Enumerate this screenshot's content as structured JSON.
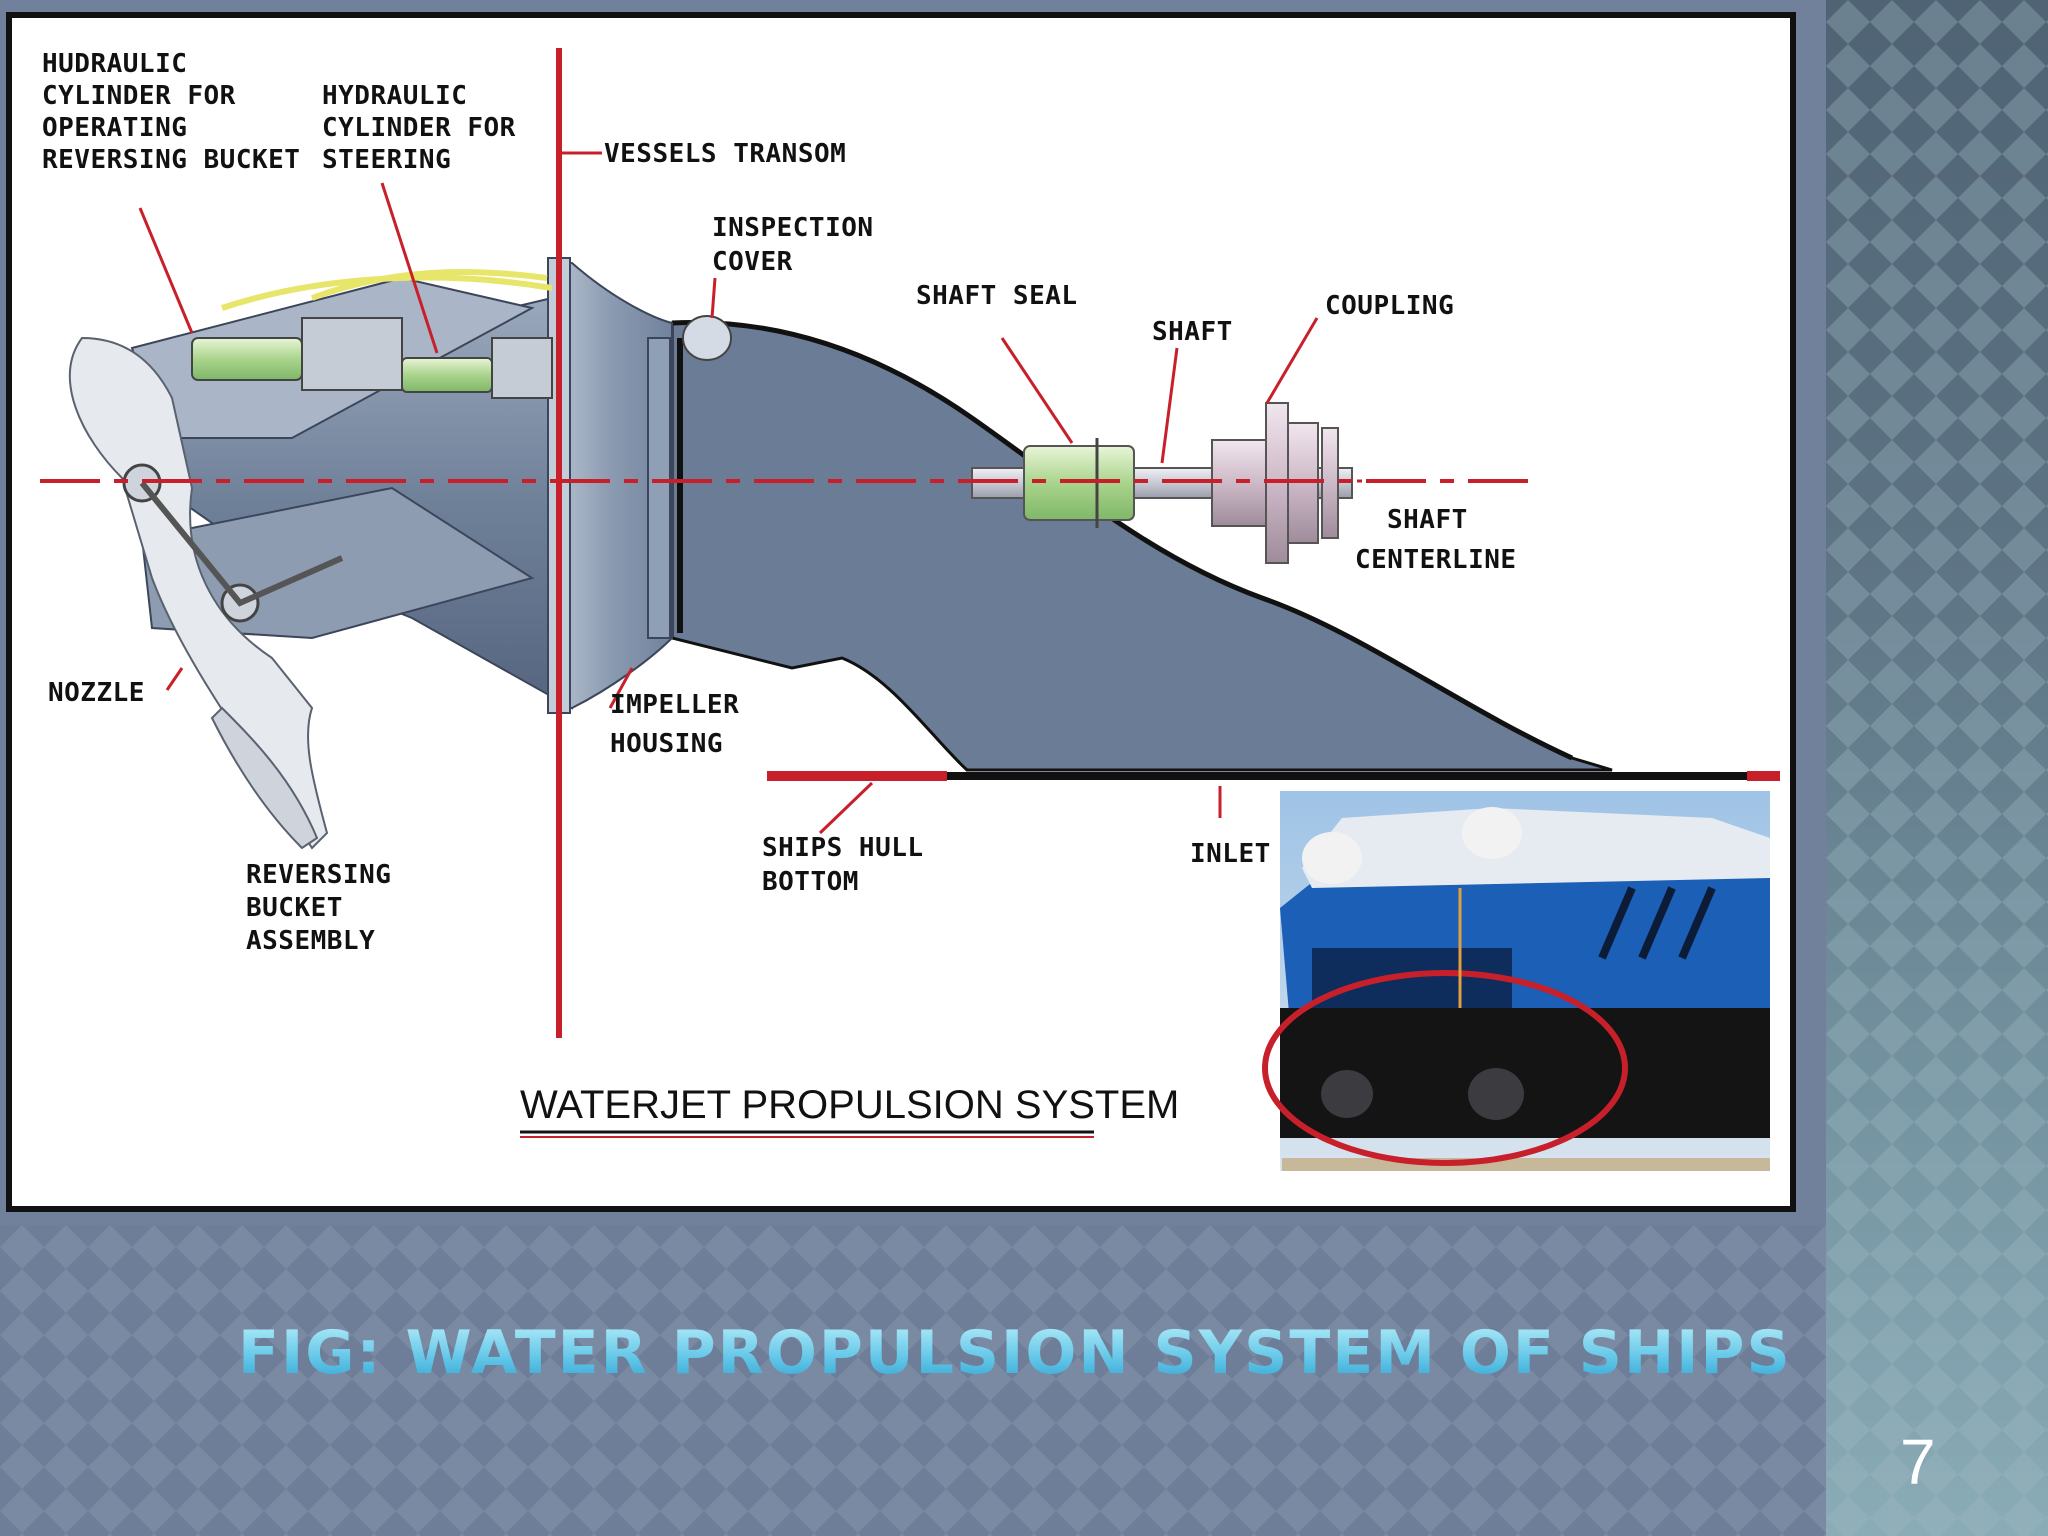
{
  "diagram": {
    "labels": {
      "hydraulic_bucket": [
        "HUDRAULIC",
        "CYLINDER FOR",
        "OPERATING",
        "REVERSING BUCKET"
      ],
      "hydraulic_steering": [
        "HYDRAULIC",
        "CYLINDER FOR",
        "STEERING"
      ],
      "vessels_transom": "VESSELS TRANSOM",
      "inspection_cover": [
        "INSPECTION",
        "COVER"
      ],
      "shaft_seal": "SHAFT SEAL",
      "shaft": "SHAFT",
      "coupling": "COUPLING",
      "shaft_centerline": [
        "SHAFT",
        "CENTERLINE"
      ],
      "nozzle": "NOZZLE",
      "impeller_housing": [
        "IMPELLER",
        "HOUSING"
      ],
      "ships_hull_bottom": [
        "SHIPS HULL",
        "BOTTOM"
      ],
      "inlet": "INLET",
      "reversing_bucket": [
        "REVERSING",
        "BUCKET",
        "ASSEMBLY"
      ]
    },
    "title": "WATERJET PROPULSION SYSTEM"
  },
  "caption": "FIG: WATER PROPULSION SYSTEM OF SHIPS",
  "page_number": "7",
  "colors": {
    "accent_red": "#c8202a",
    "body_blue": "#6d7f99",
    "caption_cyan": "#5fc4e6"
  }
}
